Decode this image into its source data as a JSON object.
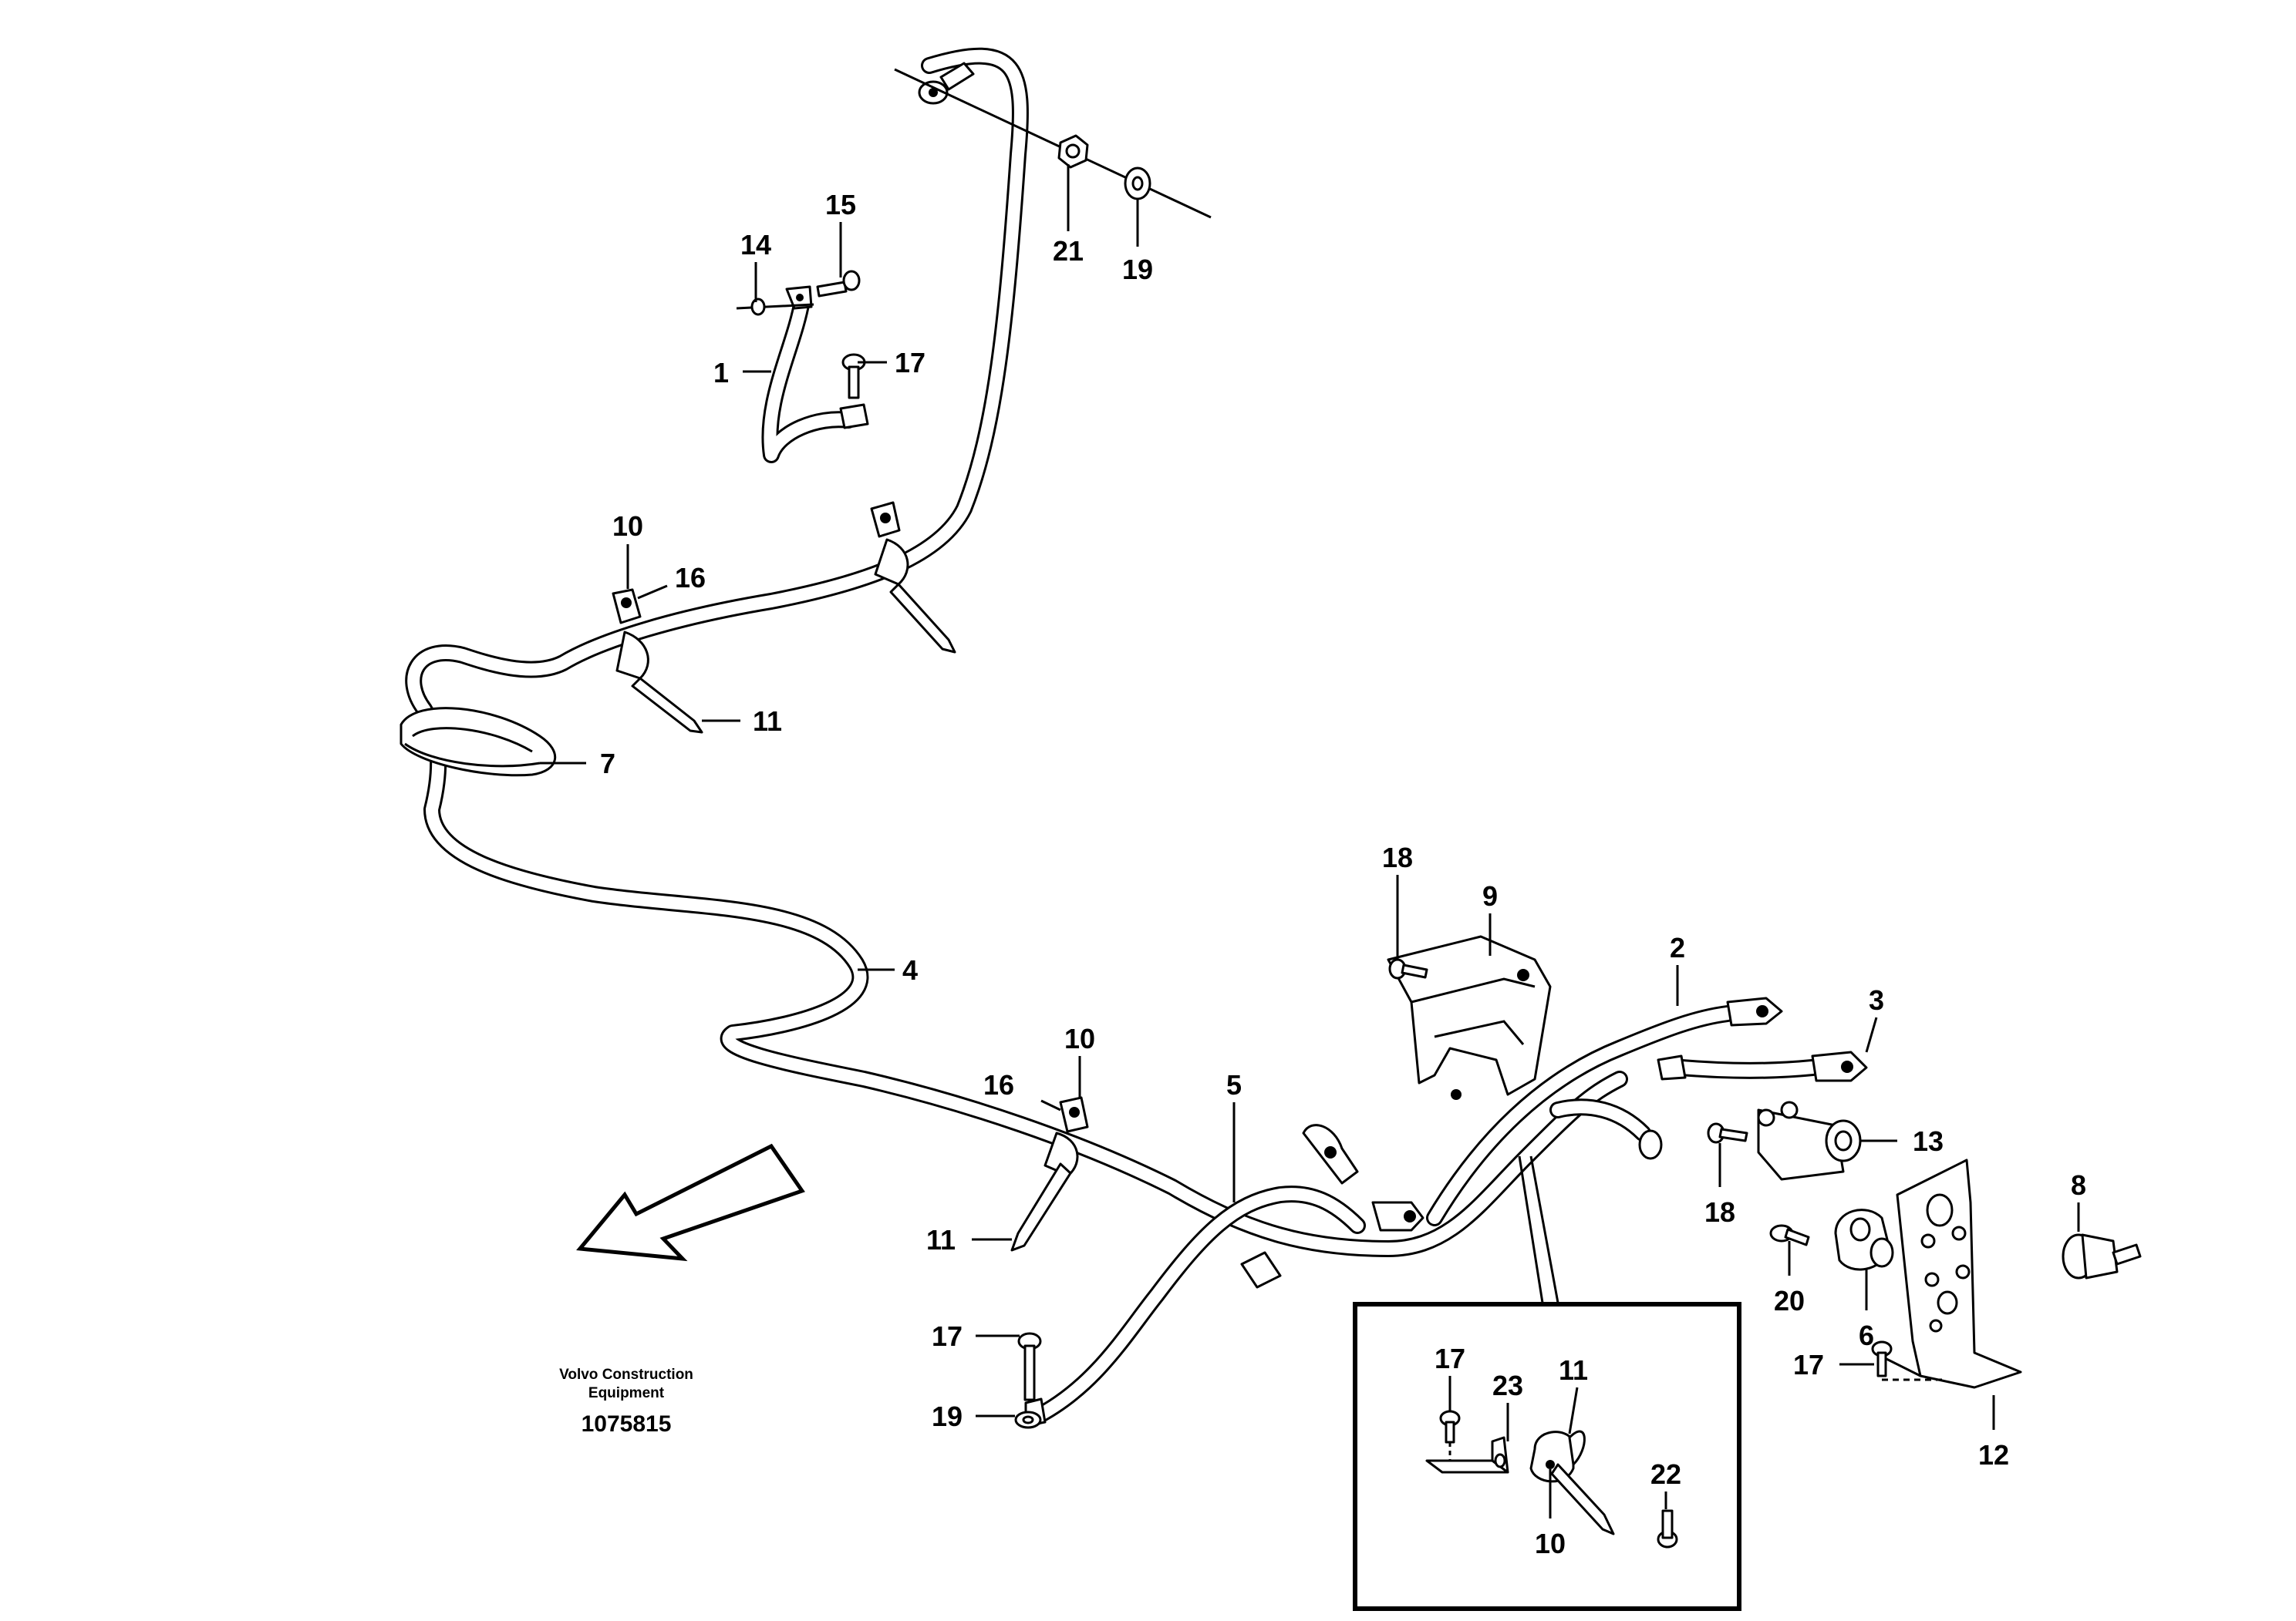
{
  "brand": {
    "line1": "Volvo Construction",
    "line2": "Equipment"
  },
  "document_number": "1075815",
  "callouts": {
    "c1": "1",
    "c2": "2",
    "c3": "3",
    "c4": "4",
    "c5": "5",
    "c6": "6",
    "c7": "7",
    "c8": "8",
    "c9": "9",
    "c10a": "10",
    "c10b": "10",
    "c10c": "10",
    "c11a": "11",
    "c11b": "11",
    "c11c": "11",
    "c12": "12",
    "c13": "13",
    "c14": "14",
    "c15": "15",
    "c16a": "16",
    "c16b": "16",
    "c17a": "17",
    "c17b": "17",
    "c17c": "17",
    "c17d": "17",
    "c18a": "18",
    "c18b": "18",
    "c19a": "19",
    "c19b": "19",
    "c20": "20",
    "c21": "21",
    "c22": "22",
    "c23": "23"
  },
  "icons": {
    "direction": "forward-direction-arrow-icon",
    "detail": "detail-view-inset"
  }
}
